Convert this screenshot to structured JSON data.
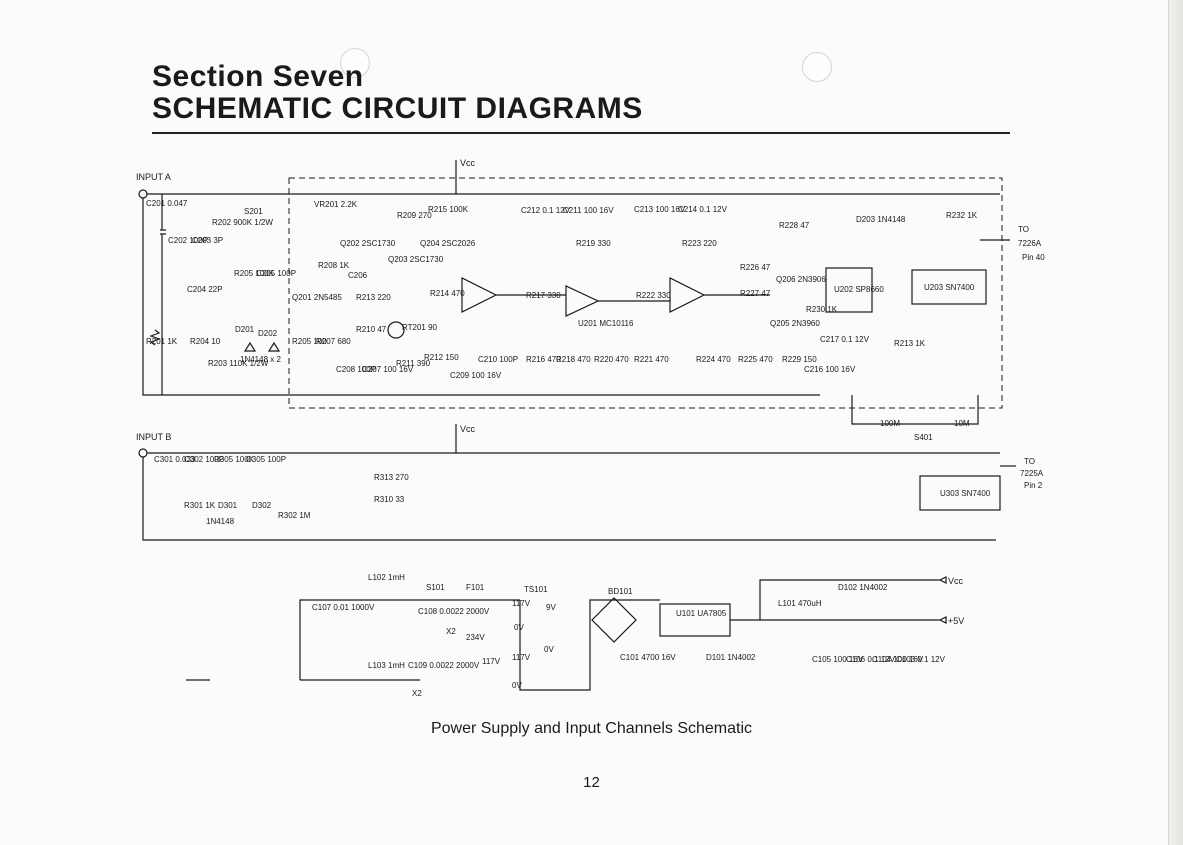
{
  "header": {
    "section_label": "Section Seven",
    "section_title": "SCHEMATIC CIRCUIT DIAGRAMS"
  },
  "inputs": {
    "input_a": "INPUT A",
    "input_b": "INPUT B",
    "vcc": "Vcc"
  },
  "outputs": {
    "to_pin40": {
      "to": "TO",
      "chip": "7226A",
      "pin": "Pin 40"
    },
    "to_pin2": {
      "to": "TO",
      "chip": "7225A",
      "pin": "Pin 2"
    },
    "vcc_out": "Vcc",
    "plus5v": "+5V"
  },
  "components": {
    "c201": "C201 0.047",
    "c202": "C202 100P",
    "c203": "C203 3P",
    "r202": "R202 900K 1/2W",
    "s201": "S201",
    "vr201": "VR201 2.2K",
    "q202": "Q202 2SC1730",
    "q203": "Q203 2SC1730",
    "q201": "Q201 2N5485",
    "r208": "R208 1K",
    "r209": "R209 270",
    "r215": "R215 100K",
    "q204": "Q204 2SC2026",
    "r213": "R213 220",
    "c206": "C206",
    "r210": "R210 47",
    "rt201": "RT201 90",
    "r211": "R211 390",
    "r212": "R212 150",
    "c209": "C209 100 16V",
    "c210": "C210 100P",
    "c208": "C208 100P",
    "c207": "C207 100 16V",
    "c204": "C204 22P",
    "r201": "R201 1K",
    "r204": "R204 10",
    "r203": "R203 110K 1/2W",
    "d201": "D201",
    "d202": "D202",
    "diodes": "1N4148 x 2",
    "r205": "R205 100",
    "r207": "R207 680",
    "r205b": "R205 100K",
    "c205": "C205 100P",
    "r214": "R214 470",
    "c212": "C212 0.1 12V",
    "c211": "C211 100 16V",
    "c213": "C213 100 16V",
    "c214": "C214 0.1 12V",
    "r219": "R219 330",
    "r223": "R223 220",
    "r217": "R217 330",
    "r222": "R222 330",
    "u201": "U201 MC10116",
    "r216": "R216 470",
    "r218": "R218 470",
    "r220": "R220 470",
    "r221": "R221 470",
    "r224": "R224 470",
    "r225": "R225 470",
    "r226": "R226 47",
    "r227": "R227 47",
    "q206": "Q206 2N3906",
    "q205": "Q205 2N3960",
    "r228": "R228 47",
    "r229": "R229 150",
    "r230": "R230 1K",
    "c217": "C217 0.1 12V",
    "c216": "C216 100 16V",
    "u202": "U202 SP8660",
    "d203": "D203 1N4148",
    "r232": "R232 1K",
    "u203": "U203 SN7400",
    "r213b": "R213 1K",
    "s401": "S401",
    "sw_100m": "100M",
    "sw_10m": "10M",
    "c301": "C301 0.033",
    "c302": "C302 100P",
    "r305": "R305 100K",
    "c305": "C305 100P",
    "r301": "R301 1K",
    "d301": "D301",
    "d302": "D302",
    "d3_part": "1N4148",
    "r302": "R302 1M",
    "r313": "R313 270",
    "r310": "R310 33",
    "u303": "U303 SN7400",
    "l102": "L102 1mH",
    "l103": "L103 1mH",
    "s101": "S101",
    "f101": "F101",
    "ts101": "TS101",
    "c107": "C107 0.01 1000V",
    "c108": "C108 0.0022 2000V",
    "x2a": "X2",
    "c109": "C109 0.0022 2000V",
    "x2b": "X2",
    "v117a": "117V",
    "v234": "234V",
    "v117b": "117V",
    "v117c": "117V",
    "v9": "9V",
    "v0a": "0V",
    "v0b": "0V",
    "v0c": "0V",
    "bd101": "BD101",
    "c101": "C101 4700 16V",
    "u101": "U101 UA7805",
    "d101": "D101 1N4002",
    "d102": "D102 1N4002",
    "l101": "L101 470uH",
    "c105": "C105 100 16V",
    "c106": "C106 0.1 12V",
    "c104": "C104 100 16V",
    "c103": "C103 0.1 12V"
  },
  "caption": "Power Supply and Input Channels Schematic",
  "page_number": "12"
}
